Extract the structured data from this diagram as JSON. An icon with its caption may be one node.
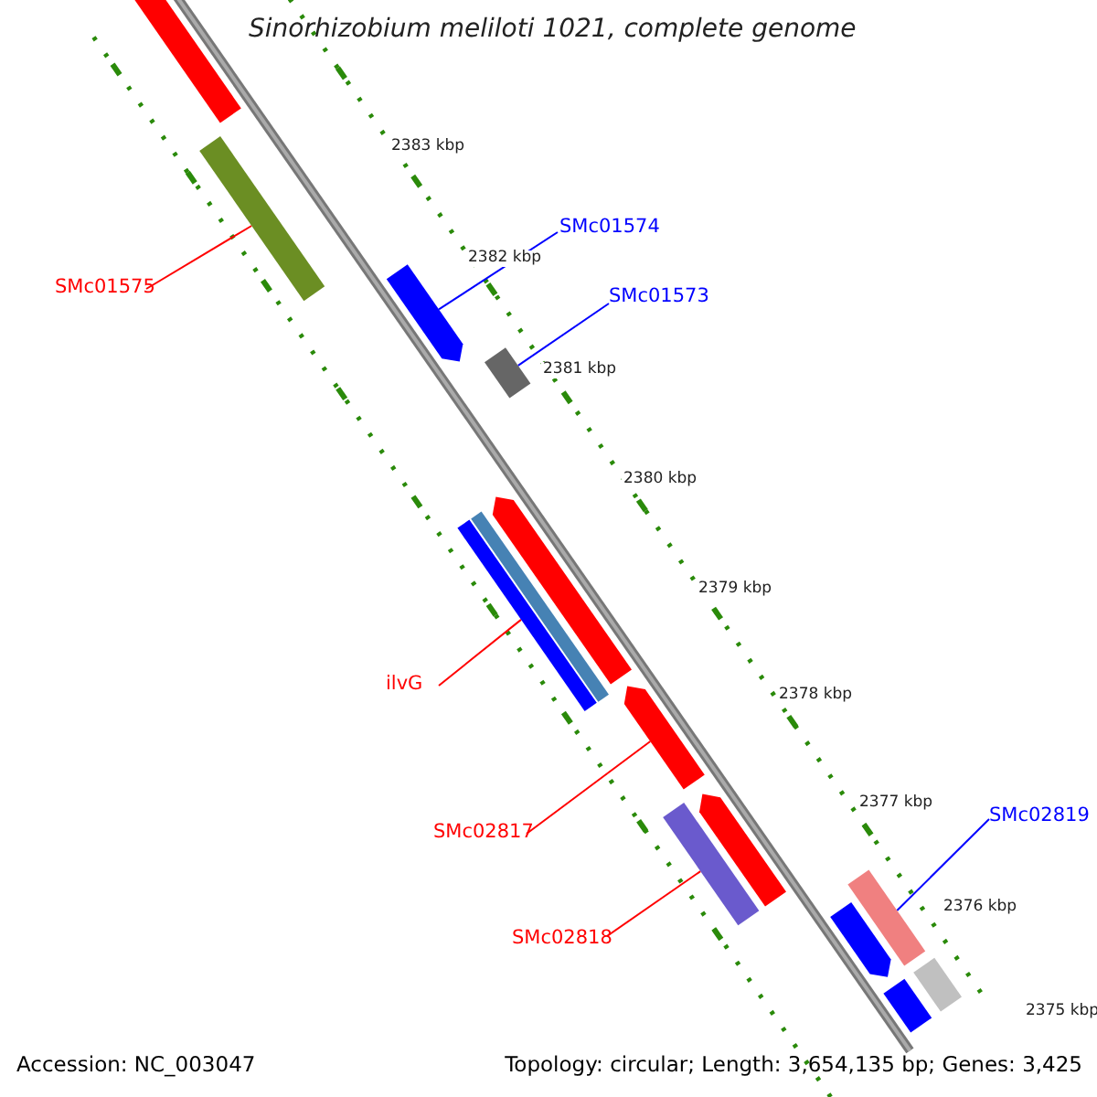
{
  "diagram": {
    "title": "Sinorhizobium meliloti 1021, complete genome",
    "nodes": [
      {
        "text": [
          "SMc01575"
        ]
      },
      {
        "text": [],
        "shape": "bar"
      },
      {
        "text": [
          "SMc01574"
        ]
      },
      {
        "text": [],
        "shape": "bar"
      },
      {
        "text": [
          "SMc01573"
        ]
      },
      {
        "text": [],
        "shape": "bar"
      },
      {
        "text": [
          "ilvG"
        ]
      },
      {
        "text": [],
        "shape": "bar"
      },
      {
        "text": [
          "SMc02817"
        ]
      },
      {
        "text": [],
        "shape": "bar"
      },
      {
        "text": [
          "SMc02818"
        ]
      },
      {
        "text": [],
        "shape": "bar"
      },
      {
        "text": [
          "SMc02819"
        ]
      },
      {
        "text": [],
        "shape": "bar"
      },
      {
        "text": [],
        "shape": "bar"
      },
      {
        "text": [],
        "shape": "bar"
      },
      {
        "text": [],
        "shape": "bar"
      },
      {
        "text": [],
        "shape": "bar"
      },
      {
        "text": [],
        "shape": "bar"
      },
      {
        "text": [],
        "shape": "bar"
      },
      {
        "text": [],
        "shape": "bar"
      }
    ],
    "edges": [
      {
        "from": 0,
        "to": 1,
        "arrow": "none"
      },
      {
        "from": 2,
        "to": 3,
        "arrow": "none",
        "color": "#0000ff"
      },
      {
        "from": 4,
        "to": 5,
        "arrow": "none",
        "color": "#0000ff"
      },
      {
        "from": 6,
        "to": 7,
        "arrow": "none"
      },
      {
        "from": 8,
        "to": 9,
        "arrow": "none"
      },
      {
        "from": 10,
        "to": 11,
        "arrow": "none"
      },
      {
        "from": 12,
        "to": 13,
        "arrow": "none",
        "color": "#0000ff"
      }
    ],
    "labels": [
      "2383 kbp",
      "2382 kbp",
      "2381 kbp",
      "2380 kbp",
      "2379 kbp",
      "2378 kbp",
      "2377 kbp",
      "2376 kbp",
      "2375 kbp",
      "Accession: NC_003047",
      "Topology: circular; Length: 3,654,135 bp; Genes: 3,425"
    ]
  }
}
